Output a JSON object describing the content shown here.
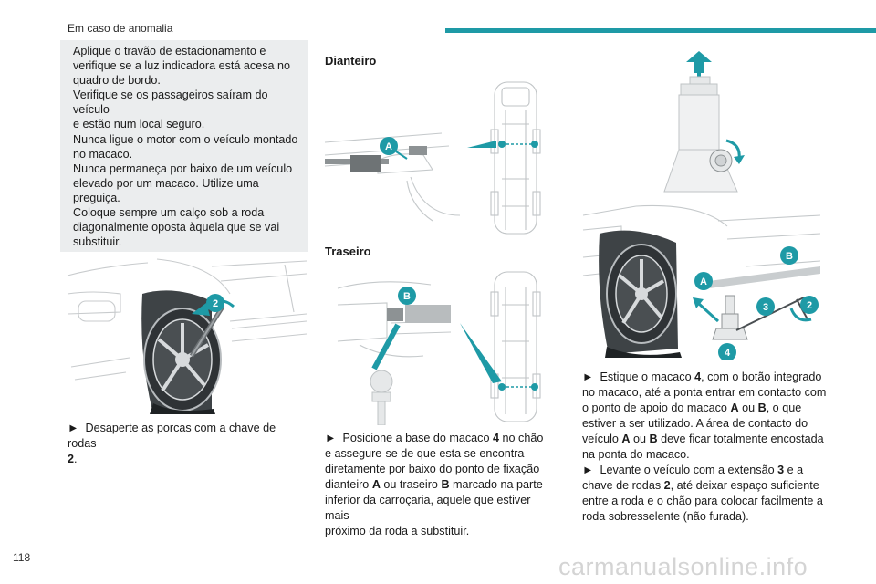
{
  "header": {
    "section_title": "Em caso de anomalia",
    "accent_color": "#1e9aa6"
  },
  "page_number": "118",
  "warning_box": {
    "lines": [
      "Aplique o travão de estacionamento e",
      "verifique se a luz indicadora está acesa no",
      "quadro de bordo.",
      "Verifique se os passageiros saíram do veículo",
      "e estão num local seguro.",
      "Nunca ligue o motor com o veículo montado",
      "no macaco.",
      "Nunca permaneça por baixo de um veículo",
      "elevado por um macaco. Utilize uma",
      "preguiça.",
      "Coloque sempre um calço sob a roda",
      "diagonalmente oposta àquela que se vai",
      "substituir."
    ]
  },
  "col1": {
    "step": {
      "arrow": "►",
      "text": "Desaperte as porcas com a chave de rodas",
      "ref": "2",
      "end": "."
    },
    "figure_labels": [
      "2"
    ]
  },
  "col2": {
    "front_heading": "Dianteiro",
    "rear_heading": "Traseiro",
    "front_figure_labels": [
      "A"
    ],
    "rear_figure_labels": [
      "B"
    ],
    "step": {
      "arrow": "►",
      "t1": "Posicione a base do macaco",
      "ref4": "4",
      "t2": "no chão",
      "line2": "e assegure-se de que esta se encontra",
      "line3": "diretamente por baixo do ponto de fixação",
      "line4a": "dianteiro",
      "refA": "A",
      "line4b": "ou traseiro",
      "refB": "B",
      "line4c": "marcado na parte",
      "line5": "inferior da carroçaria, aquele que estiver mais",
      "line6": "próximo da roda a substituir."
    }
  },
  "col3": {
    "figure_labels": [
      "B",
      "A",
      "3",
      "2",
      "4"
    ],
    "step1": {
      "arrow": "►",
      "t1": "Estique o macaco",
      "ref4": "4",
      "t2": ", com o botão integrado",
      "line2": "no macaco, até a ponta entrar em contacto com",
      "line3a": "o ponto de apoio do macaco",
      "refA": "A",
      "line3b": "ou",
      "refB": "B",
      "line3c": ", o que",
      "line4": "estiver a ser utilizado. A área de contacto do",
      "line5a": "veículo",
      "refA2": "A",
      "line5b": "ou",
      "refB2": "B",
      "line5c": "deve ficar totalmente encostada",
      "line6": "na ponta do macaco."
    },
    "step2": {
      "arrow": "►",
      "t1": "Levante o veículo com a extensão",
      "ref3": "3",
      "t2": "e a",
      "line2a": "chave de rodas",
      "ref2": "2",
      "line2b": ", até deixar espaço suficiente",
      "line3": "entre a roda e o chão para colocar facilmente a",
      "line4": "roda sobresselente (não furada)."
    }
  },
  "watermark": "carmanualsonline.info"
}
